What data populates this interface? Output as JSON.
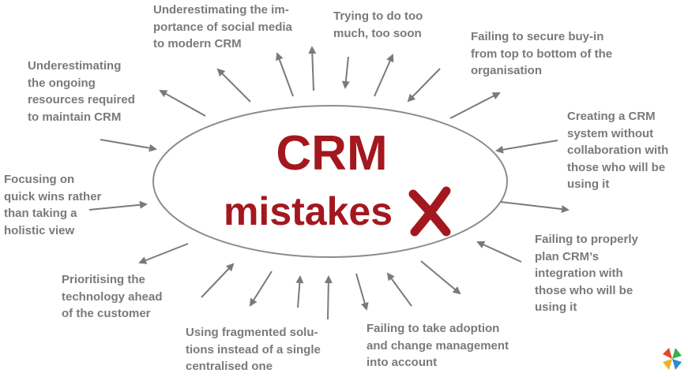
{
  "center": {
    "title_line1": "CRM",
    "title_line2": "mistakes",
    "mark_icon": "red-cross-icon"
  },
  "labels": [
    "Underestimating the im-\nportance of social media\nto modern CRM",
    "Trying to do too\nmuch, too soon",
    "Failing to secure buy-in\nfrom top to bottom of the\norganisation",
    "Creating a CRM\nsystem without\ncollaboration with\nthose who will be\nusing it",
    "Failing to properly\nplan CRM’s\nintegration with\nthose who will be\nusing it",
    "Failing to take adoption\nand change management\ninto account",
    "Using fragmented solu-\ntions instead of a single\ncentralised one",
    "Prioritising the\ntechnology ahead\nof the customer",
    "Focusing on\nquick wins rather\nthan taking a\nholistic view",
    "Underestimating\nthe ongoing\nresources required\nto maintain CRM"
  ],
  "colors": {
    "title": "#a3181e",
    "text": "#7a7a7a",
    "arrow": "#7a7a7a",
    "ellipse_stroke": "#8c8c8c"
  },
  "logo_icon": "colorful-pinwheel-logo-icon"
}
